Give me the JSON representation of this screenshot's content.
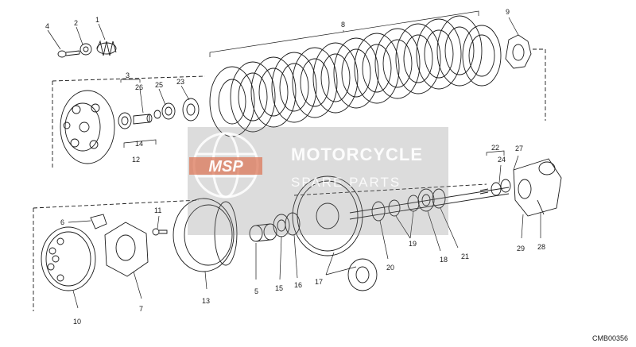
{
  "diagram": {
    "reference_code": "CMB00356",
    "callouts": [
      "1",
      "2",
      "3",
      "4",
      "5",
      "6",
      "7",
      "8",
      "9",
      "10",
      "11",
      "12",
      "13",
      "14",
      "15",
      "16",
      "17",
      "18",
      "19",
      "20",
      "21",
      "22",
      "23",
      "24",
      "25",
      "26",
      "27",
      "28",
      "29"
    ]
  },
  "watermark": {
    "logo_text": "MSP",
    "brand": "MOTORCYCLE",
    "subtitle": "SPARE PARTS"
  }
}
